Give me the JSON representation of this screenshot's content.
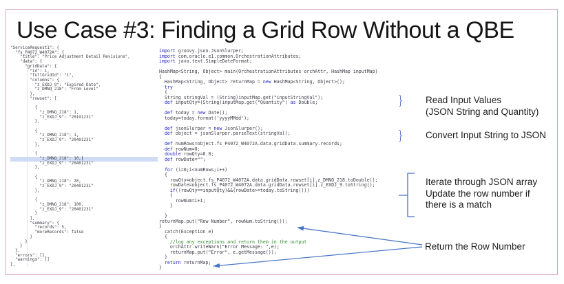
{
  "slide": {
    "title": "Use Case #3: Finding a Grid Row Without a QBE"
  },
  "colors": {
    "border_pink": "#d9a6bf",
    "accent_blue": "#4472c4",
    "keyword_blue": "#1f1fc4",
    "comment_green": "#2f8a2f",
    "highlight_blue": "#cfdcf3"
  },
  "callouts": {
    "brace": "}"
  },
  "json_panel": {
    "highlight_index": 24,
    "cursor": "|",
    "lines": [
      "\"ServiceRequest1\": {",
      "  \"fs_P4072_W4072A\": {",
      "    \"title\": \"Price Adjustment Detail Revisions\",",
      "    \"data\": {",
      "      \"gridData\": {",
      "        \"id\": 1,",
      "        \"fullGridId\": \"1\",",
      "        \"columns\": {",
      "          \"z_EXDJ_9\": \"Expired Date\",",
      "          \"z_DMNQ_218\": \"From Level\"",
      "        },",
      "        \"rowset\": [",
      "",
      "          {",
      "            \"z_DMNQ_218\": 1,",
      "            \"z_EXDJ_9\": \"20191231\"",
      "          },",
      "",
      "          {",
      "            \"z_DMNQ_218\": 1,",
      "            \"z_EXDJ_9\": \"20401231\"",
      "          },",
      "",
      "          {",
      "            \"z_DMNQ_218\": 10,",
      "            \"z_EXDJ_9\": \"20401231\"",
      "          },",
      "",
      "          {",
      "            \"z_DMNQ_218\": 20,",
      "            \"z_EXDJ_9\": \"20401231\"",
      "          },",
      "",
      "          {",
      "            \"z_DMNQ_218\": 100,",
      "            \"z_EXDJ_9\": \"20401231\"",
      "          }",
      "        ],",
      "        \"summary\": {",
      "          \"records\": 5,",
      "          \"moreRecords\": false",
      "        }",
      "      }",
      "    }",
      "  },",
      "  \"errors\": [],",
      "  \"warnings\": []",
      "},"
    ]
  },
  "code_panel": {
    "lines": [
      [
        [
          "k",
          "import"
        ],
        [
          "p",
          " groovy.json.JsonSlurper;"
        ]
      ],
      [
        [
          "k",
          "import"
        ],
        [
          "p",
          " com.oracle.e1.common.OrchestrationAttributes;"
        ]
      ],
      [
        [
          "k",
          "import"
        ],
        [
          "p",
          " java.text.SimpleDateFormat;"
        ]
      ],
      [],
      [
        [
          "p",
          "HashMap<String, Object> main(OrchestrationAttributes orchAttr, HashMap inputMap)"
        ]
      ],
      [
        [
          "p",
          "{"
        ]
      ],
      [
        [
          "p",
          "  HashMap<String, Object> returnMap = "
        ],
        [
          "k",
          "new"
        ],
        [
          "p",
          " HashMap<String, Object>();"
        ]
      ],
      [
        [
          "p",
          "  "
        ],
        [
          "k",
          "try"
        ]
      ],
      [
        [
          "p",
          "  {"
        ]
      ],
      [
        [
          "p",
          "  String stringVal = (String)inputMap.get(\"inputStringVal\");"
        ]
      ],
      [
        [
          "p",
          "  "
        ],
        [
          "k",
          "def"
        ],
        [
          "p",
          " inputQty=(String)inputMap.get(\"Quantity\") "
        ],
        [
          "k",
          "as"
        ],
        [
          "p",
          " Double;"
        ]
      ],
      [],
      [
        [
          "p",
          "  "
        ],
        [
          "k",
          "def"
        ],
        [
          "p",
          " today = "
        ],
        [
          "k",
          "new"
        ],
        [
          "p",
          " Date();"
        ]
      ],
      [
        [
          "p",
          "  today=today.format('yyyyMMdd');"
        ]
      ],
      [],
      [
        [
          "p",
          "  "
        ],
        [
          "k",
          "def"
        ],
        [
          "p",
          " jsonSlurper = "
        ],
        [
          "k",
          "new"
        ],
        [
          "p",
          " JsonSlurper();"
        ]
      ],
      [
        [
          "p",
          "  "
        ],
        [
          "k",
          "def"
        ],
        [
          "p",
          " object = jsonSlurper.parseText(stringVal);"
        ]
      ],
      [],
      [
        [
          "p",
          "  "
        ],
        [
          "k",
          "def"
        ],
        [
          "p",
          " numRows=object.fs_P4072_W4072A.data.gridData.summary.records;"
        ]
      ],
      [
        [
          "p",
          "  "
        ],
        [
          "k",
          "def"
        ],
        [
          "p",
          " rowNum=0;"
        ]
      ],
      [
        [
          "p",
          "  "
        ],
        [
          "k",
          "double"
        ],
        [
          "p",
          " rowQty=0.0;"
        ]
      ],
      [
        [
          "p",
          "  "
        ],
        [
          "k",
          "def"
        ],
        [
          "p",
          " rowDate=\"\";"
        ]
      ],
      [],
      [
        [
          "p",
          "  "
        ],
        [
          "k",
          "for"
        ],
        [
          "p",
          " (i=0;i<numRows;i++)"
        ]
      ],
      [
        [
          "p",
          "  {"
        ]
      ],
      [
        [
          "p",
          "    rowQty=object.fs_P4072_W4072A.data.gridData.rowset[i].z_DMNQ_218.toDouble();"
        ]
      ],
      [
        [
          "p",
          "    rowDate=object.fs_P4072_W4072A.data.gridData.rowset[i].z_EXDJ_9.toString();"
        ]
      ],
      [
        [
          "p",
          "    "
        ],
        [
          "k",
          "if"
        ],
        [
          "p",
          "((rowQty==inputQty)&&(rowDate>=today.toString()))"
        ]
      ],
      [
        [
          "p",
          "    {"
        ]
      ],
      [
        [
          "p",
          "      rowNum=i+1;"
        ]
      ],
      [
        [
          "p",
          "    }"
        ]
      ],
      [],
      [
        [
          "p",
          "  }"
        ]
      ],
      [
        [
          "p",
          "returnMap.put(\"Row Number\", rowNum.toString());"
        ]
      ],
      [
        [
          "p",
          "}"
        ]
      ],
      [
        [
          "p",
          "  catch(Exception e)"
        ]
      ],
      [
        [
          "p",
          "  {"
        ]
      ],
      [
        [
          "p",
          "    "
        ],
        [
          "c",
          "//log any exceptions and return them in the output"
        ]
      ],
      [
        [
          "p",
          "    orchAttr.writeWarn(\"Error Message: \",e);"
        ]
      ],
      [
        [
          "p",
          "    returnMap.put(\"Error\", e.getMessage());"
        ]
      ],
      [
        [
          "p",
          "  }"
        ]
      ],
      [
        [
          "p",
          "  "
        ],
        [
          "k",
          "return"
        ],
        [
          "p",
          " returnMap;"
        ]
      ],
      [
        [
          "p",
          "}"
        ]
      ]
    ]
  },
  "annotations": [
    {
      "lines": [
        "Read Input Values",
        "(JSON String and Quantity)"
      ]
    },
    {
      "lines": [
        "Convert Input String to JSON"
      ]
    },
    {
      "lines": [
        "Iterate through JSON array",
        "Update the row number if",
        "there is a match"
      ]
    },
    {
      "lines": [
        "Return the Row Number"
      ]
    }
  ]
}
